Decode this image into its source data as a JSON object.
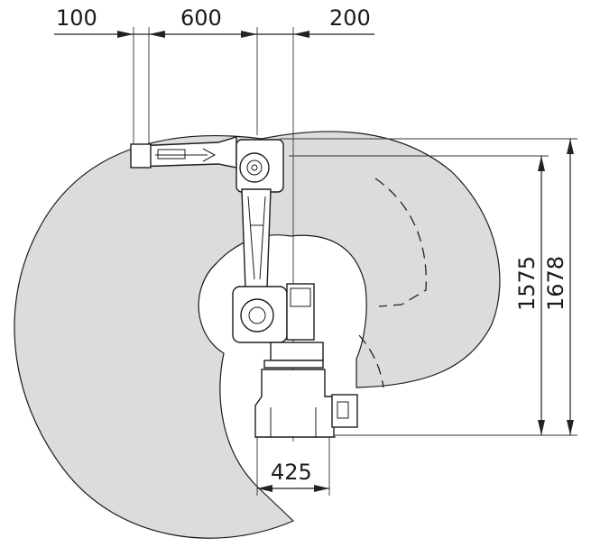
{
  "dimensions": {
    "top_left": "100",
    "top_middle": "600",
    "top_right": "200",
    "vertical_inner": "1575",
    "vertical_outer": "1678",
    "base_width": "425"
  }
}
